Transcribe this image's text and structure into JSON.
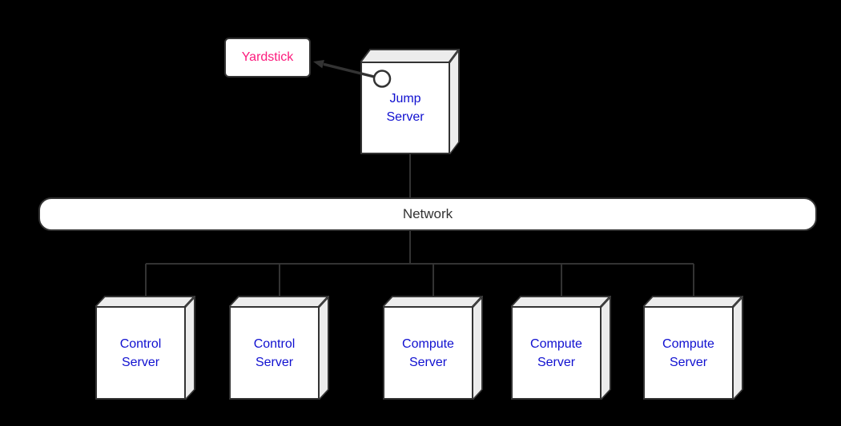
{
  "theme": {
    "background": "#000000",
    "stroke": "#333333",
    "node-fill": "#ffffff",
    "node-shade": "#ececec",
    "label-blue": "#1010d0",
    "label-pink": "#fc1a7c",
    "label-dark": "#333333"
  },
  "nodes": {
    "yardstick": {
      "label": "Yardstick"
    },
    "jump_server": {
      "label": "Jump Server"
    },
    "network": {
      "label": "Network"
    },
    "servers": [
      {
        "label": "Control Server"
      },
      {
        "label": "Control Server"
      },
      {
        "label": "Compute Server"
      },
      {
        "label": "Compute Server"
      },
      {
        "label": "Compute Server"
      }
    ]
  }
}
